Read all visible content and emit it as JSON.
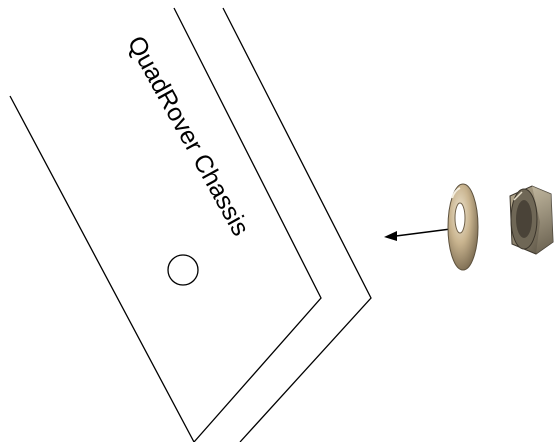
{
  "diagram": {
    "chassis_label": "QuadRover Chassis",
    "parts": [
      "chassis-plate",
      "mounting-hole",
      "washer",
      "lock-nut",
      "assembly-arrow"
    ],
    "colors": {
      "outline": "#000000",
      "background": "#ffffff",
      "washer_metal": "#c9b48f",
      "nut_metal": "#8f8570"
    }
  }
}
